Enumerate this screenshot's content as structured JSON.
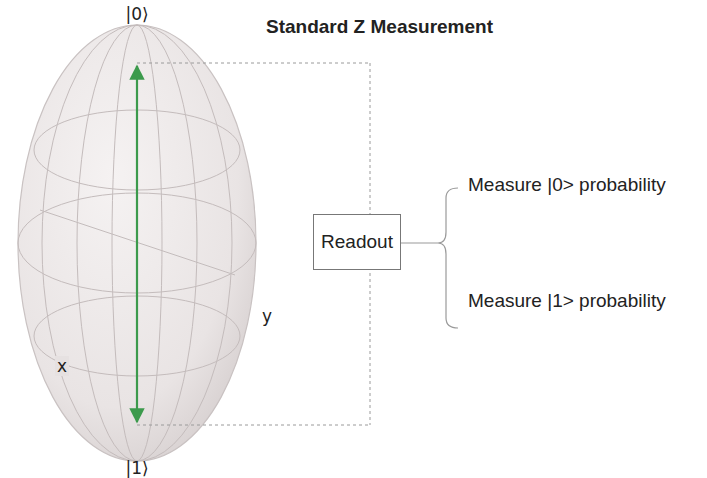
{
  "diagram": {
    "title": "Standard Z Measurement",
    "nodes": [
      {
        "text": [
          "Readout"
        ]
      }
    ],
    "labels": [
      "|0⟩",
      "|1⟩",
      "x",
      "y",
      "Measure |0> probability",
      "Measure |1> probability"
    ]
  }
}
